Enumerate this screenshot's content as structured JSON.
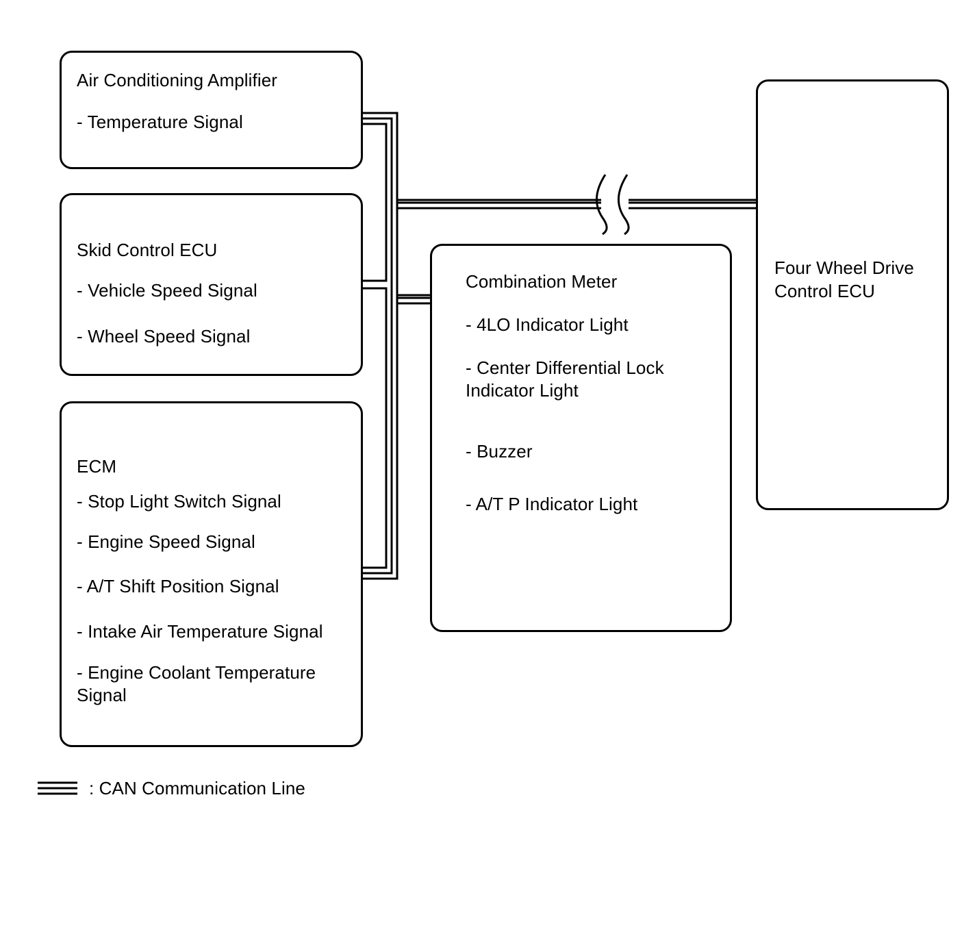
{
  "colors": {
    "line": "#000000",
    "background": "#ffffff"
  },
  "ac_amplifier": {
    "title": "Air Conditioning Amplifier",
    "signals": [
      "- Temperature Signal"
    ]
  },
  "skid_control": {
    "title": "Skid Control ECU",
    "signals": [
      "- Vehicle Speed Signal",
      "- Wheel Speed Signal"
    ]
  },
  "ecm": {
    "title": "ECM",
    "signals": [
      "- Stop Light Switch Signal",
      "- Engine Speed Signal",
      "- A/T Shift Position Signal",
      "- Intake Air Temperature Signal",
      "- Engine Coolant Temperature",
      "Signal"
    ]
  },
  "combination_meter": {
    "title": "Combination Meter",
    "items": [
      "- 4LO Indicator Light",
      "- Center Differential Lock",
      "Indicator Light",
      "- Buzzer",
      "- A/T P Indicator Light"
    ]
  },
  "four_wd_ecu": {
    "title_line1": "Four Wheel Drive",
    "title_line2": "Control ECU"
  },
  "legend": {
    "label": ": CAN Communication Line"
  }
}
